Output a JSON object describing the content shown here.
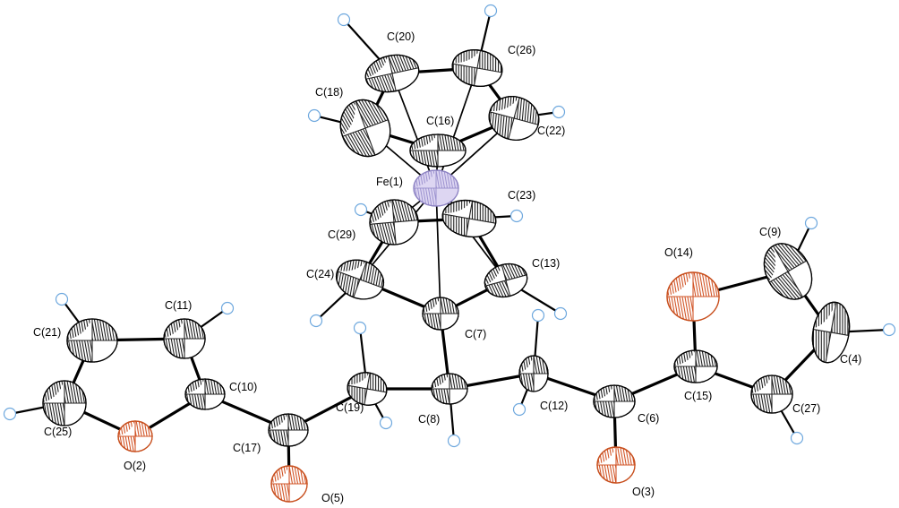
{
  "atoms": [
    {
      "id": "Fe1",
      "label": "Fe(1)",
      "element": "Fe",
      "color": "#8e84c4"
    },
    {
      "id": "C20",
      "label": "C(20)",
      "element": "C"
    },
    {
      "id": "C26",
      "label": "C(26)",
      "element": "C"
    },
    {
      "id": "C18",
      "label": "C(18)",
      "element": "C"
    },
    {
      "id": "C16",
      "label": "C(16)",
      "element": "C"
    },
    {
      "id": "C22",
      "label": "C(22)",
      "element": "C"
    },
    {
      "id": "C23",
      "label": "C(23)",
      "element": "C"
    },
    {
      "id": "C29",
      "label": "C(29)",
      "element": "C"
    },
    {
      "id": "C24",
      "label": "C(24)",
      "element": "C"
    },
    {
      "id": "C13",
      "label": "C(13)",
      "element": "C"
    },
    {
      "id": "C7",
      "label": "C(7)",
      "element": "C"
    },
    {
      "id": "C8",
      "label": "C(8)",
      "element": "C"
    },
    {
      "id": "C12",
      "label": "C(12)",
      "element": "C"
    },
    {
      "id": "C19",
      "label": "C(19)",
      "element": "C"
    },
    {
      "id": "C17",
      "label": "C(17)",
      "element": "C"
    },
    {
      "id": "O5",
      "label": "O(5)",
      "element": "O",
      "color": "#d2572a"
    },
    {
      "id": "C10",
      "label": "C(10)",
      "element": "C"
    },
    {
      "id": "C11",
      "label": "C(11)",
      "element": "C"
    },
    {
      "id": "C21",
      "label": "C(21)",
      "element": "C"
    },
    {
      "id": "C25",
      "label": "C(25)",
      "element": "C"
    },
    {
      "id": "O2",
      "label": "O(2)",
      "element": "O",
      "color": "#d2572a"
    },
    {
      "id": "C6",
      "label": "C(6)",
      "element": "C"
    },
    {
      "id": "O3",
      "label": "O(3)",
      "element": "O",
      "color": "#d2572a"
    },
    {
      "id": "C15",
      "label": "C(15)",
      "element": "C"
    },
    {
      "id": "O14",
      "label": "O(14)",
      "element": "O",
      "color": "#d2572a"
    },
    {
      "id": "C9",
      "label": "C(9)",
      "element": "C"
    },
    {
      "id": "C4",
      "label": "C(4)",
      "element": "C"
    },
    {
      "id": "C27",
      "label": "C(27)",
      "element": "C"
    }
  ],
  "bonds": [
    [
      "C20",
      "C26"
    ],
    [
      "C20",
      "C18"
    ],
    [
      "C18",
      "C16"
    ],
    [
      "C16",
      "C22"
    ],
    [
      "C22",
      "C26"
    ],
    [
      "C29",
      "C23"
    ],
    [
      "C29",
      "C24"
    ],
    [
      "C24",
      "C7"
    ],
    [
      "C7",
      "C13"
    ],
    [
      "C13",
      "C23"
    ],
    [
      "C7",
      "C8"
    ],
    [
      "C8",
      "C19"
    ],
    [
      "C8",
      "C12"
    ],
    [
      "C19",
      "C17"
    ],
    [
      "C17",
      "O5"
    ],
    [
      "C17",
      "C10"
    ],
    [
      "C10",
      "C11"
    ],
    [
      "C11",
      "C21"
    ],
    [
      "C21",
      "C25"
    ],
    [
      "C25",
      "O2"
    ],
    [
      "O2",
      "C10"
    ],
    [
      "C12",
      "C6"
    ],
    [
      "C6",
      "O3"
    ],
    [
      "C6",
      "C15"
    ],
    [
      "C15",
      "O14"
    ],
    [
      "O14",
      "C9"
    ],
    [
      "C9",
      "C4"
    ],
    [
      "C4",
      "C27"
    ],
    [
      "C27",
      "C15"
    ]
  ],
  "fe_bonds": [
    "C20",
    "C26",
    "C18",
    "C16",
    "C22",
    "C23",
    "C29",
    "C24",
    "C13",
    "C7"
  ],
  "hydrogens": [
    "C20",
    "C26",
    "C18",
    "C22",
    "C23",
    "C29",
    "C24",
    "C13",
    "C11",
    "C21",
    "C25",
    "C19a",
    "C19b",
    "C8",
    "C12a",
    "C12b",
    "C9",
    "C4",
    "C27"
  ],
  "colors": {
    "carbon": "#000000",
    "oxygen": "#d2572a",
    "iron": "#8e84c4",
    "hydrogen": "#6ea8de"
  }
}
